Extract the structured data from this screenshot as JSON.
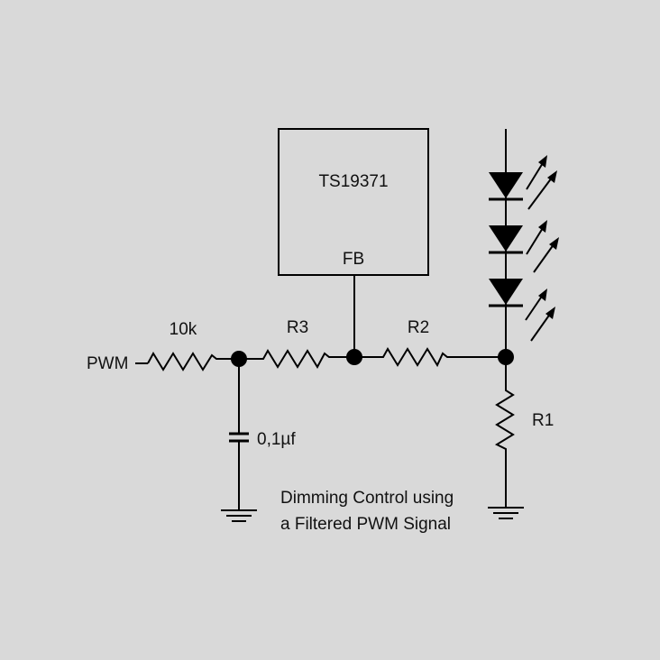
{
  "diagram": {
    "ic_label": "TS19371",
    "fb_label": "FB",
    "pwm_label": "PWM",
    "r_10k_label": "10k",
    "r3_label": "R3",
    "r2_label": "R2",
    "r1_label": "R1",
    "cap_label": "0,1µf",
    "caption_line1": "Dimming Control using",
    "caption_line2": "a Filtered PWM Signal",
    "led_count": 3
  }
}
